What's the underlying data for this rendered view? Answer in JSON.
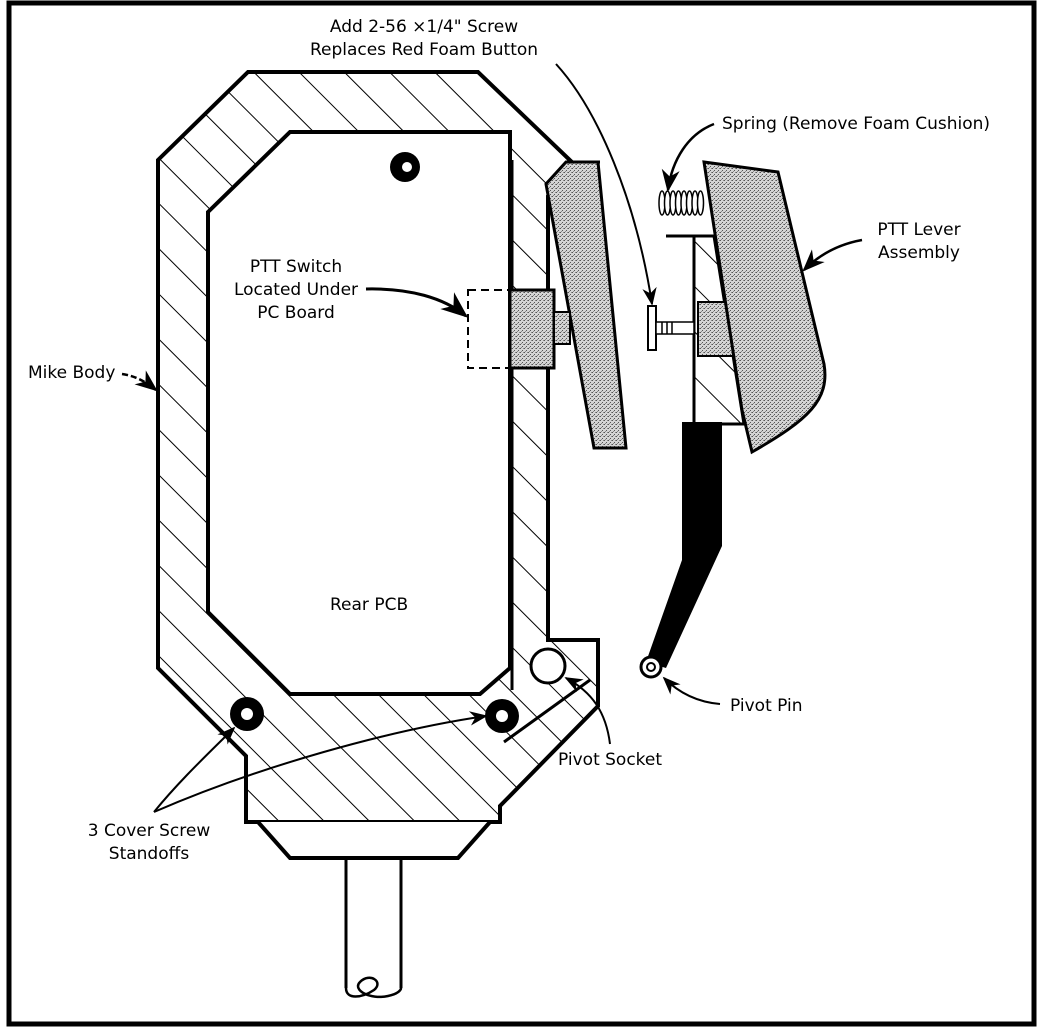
{
  "diagram": {
    "title": "PTT microphone modification – cross-section",
    "colors": {
      "ink": "#000000",
      "paper": "#ffffff",
      "stipple": "#8a8a8a"
    },
    "labels": {
      "screw_note": {
        "line1": "Add 2-56 ×1/4\" Screw",
        "line2": "Replaces Red Foam Button"
      },
      "spring": "Spring (Remove Foam Cushion)",
      "ptt_lever": {
        "line1": "PTT Lever",
        "line2": "Assembly"
      },
      "ptt_switch": {
        "line1": "PTT Switch",
        "line2": "Located Under",
        "line3": "PC Board"
      },
      "mike_body": "Mike Body",
      "rear_pcb": "Rear PCB",
      "cover_screw": {
        "line1": "3 Cover Screw",
        "line2": "Standoffs"
      },
      "pivot_socket": "Pivot Socket",
      "pivot_pin": "Pivot Pin"
    },
    "components": [
      {
        "id": "mike-body",
        "name": "Mike Body",
        "fill": "hatched"
      },
      {
        "id": "rear-pcb",
        "name": "Rear PCB",
        "fill": "none"
      },
      {
        "id": "ptt-switch",
        "name": "PTT Switch",
        "style": "dashed outline"
      },
      {
        "id": "ptt-button",
        "name": "PTT button",
        "fill": "stippled"
      },
      {
        "id": "ptt-lever-old",
        "name": "Lever (installed)",
        "fill": "stippled"
      },
      {
        "id": "ptt-lever-assembly",
        "name": "PTT Lever Assembly",
        "fill": "stippled"
      },
      {
        "id": "spring",
        "name": "Spring"
      },
      {
        "id": "screw",
        "name": "2-56 x 1/4 Screw"
      },
      {
        "id": "lever-arm",
        "name": "Lever arm",
        "fill": "solid"
      },
      {
        "id": "pivot-pin",
        "name": "Pivot Pin"
      },
      {
        "id": "pivot-socket",
        "name": "Pivot Socket"
      },
      {
        "id": "standoff-screws",
        "name": "Cover screw standoffs",
        "count": 3
      },
      {
        "id": "cable",
        "name": "Cable"
      }
    ]
  }
}
